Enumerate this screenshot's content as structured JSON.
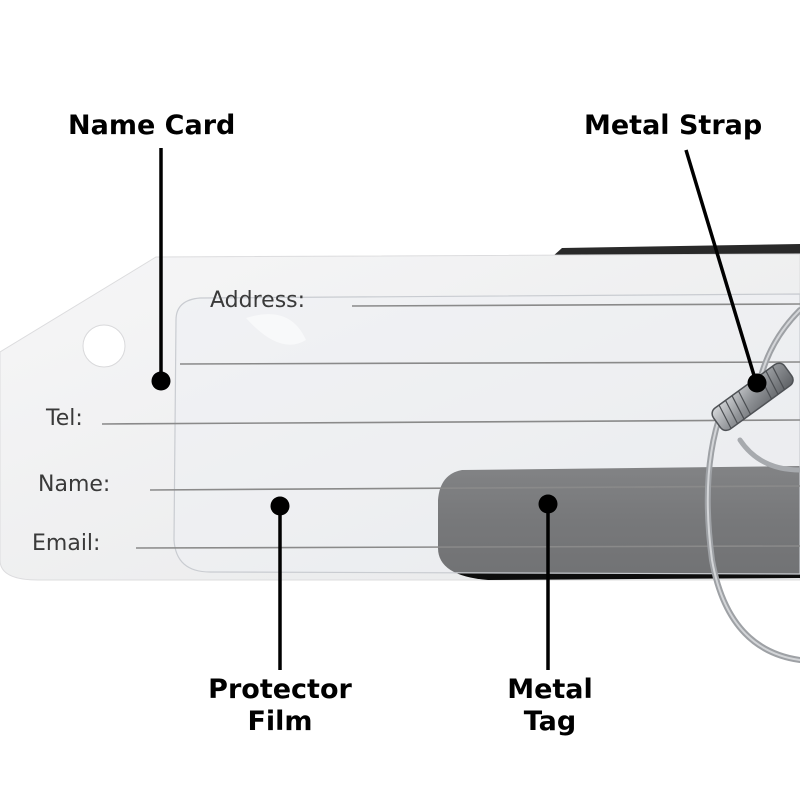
{
  "card": {
    "fields": [
      "Address:",
      "Tel:",
      "Name:",
      "Email:"
    ]
  },
  "callouts": {
    "name_card": "Name Card",
    "metal_strap": "Metal Strap",
    "protector_film": [
      "Protector",
      "Film"
    ],
    "metal_tag": [
      "Metal",
      "Tag"
    ]
  },
  "colors": {
    "card": "#f2f2f3",
    "card_line": "#7d7d7d",
    "metal": "#1c1c1c",
    "film": "#e9ebee",
    "cable": "#a9acb0",
    "text": "#3a3a3a"
  }
}
